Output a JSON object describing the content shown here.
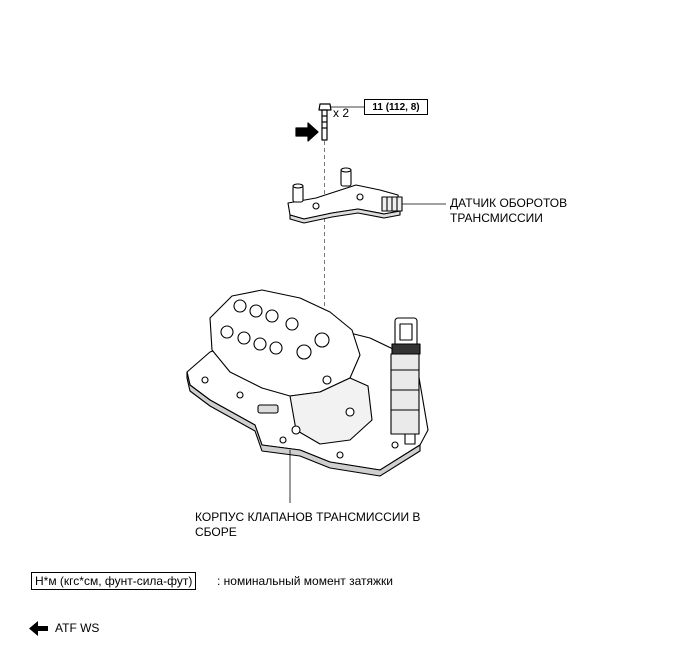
{
  "callouts": {
    "torque_spec": "11 (112, 8)",
    "quantity": "x 2",
    "sensor_line1": "ДАТЧИК ОБОРОТОВ",
    "sensor_line2": "ТРАНСМИССИИ",
    "valve_body_line1": "КОРПУС КЛАПАНОВ ТРАНСМИССИИ В",
    "valve_body_line2": "СБОРЕ"
  },
  "legend": {
    "torque_units": "Н*м (кгс*см, фунт-сила-фут)",
    "torque_desc": ": номинальный момент затяжки",
    "fluid": "ATF WS"
  }
}
